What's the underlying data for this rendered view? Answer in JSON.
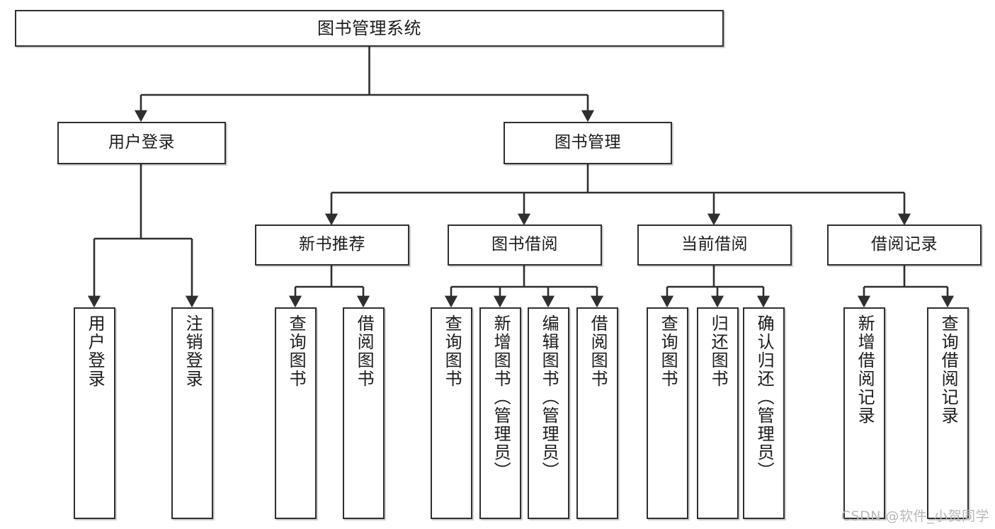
{
  "diagram": {
    "title": "图书管理系统",
    "type": "tree",
    "watermark": "CSDN @软件_小贺同学",
    "colors": {
      "node_border": "#2f2f2f",
      "node_fill": "#ffffff",
      "edge": "#2f2f2f",
      "text": "#1b1b1b",
      "watermark": "#b9b9b9",
      "background": "#ffffff"
    },
    "nodes": {
      "root": {
        "label": "图书管理系统"
      },
      "level2": [
        {
          "label": "用户登录"
        },
        {
          "label": "图书管理"
        }
      ],
      "level3": [
        {
          "label": "新书推荐"
        },
        {
          "label": "图书借阅"
        },
        {
          "label": "当前借阅"
        },
        {
          "label": "借阅记录"
        }
      ],
      "leaves": [
        {
          "label": "用户登录"
        },
        {
          "label": "注销登录"
        },
        {
          "label": "查询图书"
        },
        {
          "label": "借阅图书"
        },
        {
          "label": "查询图书"
        },
        {
          "label": "新增图书（管理员）"
        },
        {
          "label": "编辑图书（管理员）"
        },
        {
          "label": "借阅图书"
        },
        {
          "label": "查询图书"
        },
        {
          "label": "归还图书"
        },
        {
          "label": "确认归还（管理员）"
        },
        {
          "label": "新增借阅记录"
        },
        {
          "label": "查询借阅记录"
        }
      ]
    },
    "hierarchy": [
      {
        "label": "图书管理系统",
        "children": [
          {
            "label": "用户登录",
            "children": [
              {
                "label": "用户登录"
              },
              {
                "label": "注销登录"
              }
            ]
          },
          {
            "label": "图书管理",
            "children": [
              {
                "label": "新书推荐",
                "children": [
                  {
                    "label": "查询图书"
                  },
                  {
                    "label": "借阅图书"
                  }
                ]
              },
              {
                "label": "图书借阅",
                "children": [
                  {
                    "label": "查询图书"
                  },
                  {
                    "label": "新增图书（管理员）"
                  },
                  {
                    "label": "编辑图书（管理员）"
                  },
                  {
                    "label": "借阅图书"
                  }
                ]
              },
              {
                "label": "当前借阅",
                "children": [
                  {
                    "label": "查询图书"
                  },
                  {
                    "label": "归还图书"
                  },
                  {
                    "label": "确认归还（管理员）"
                  }
                ]
              },
              {
                "label": "借阅记录",
                "children": [
                  {
                    "label": "新增借阅记录"
                  },
                  {
                    "label": "查询借阅记录"
                  }
                ]
              }
            ]
          }
        ]
      }
    ]
  }
}
